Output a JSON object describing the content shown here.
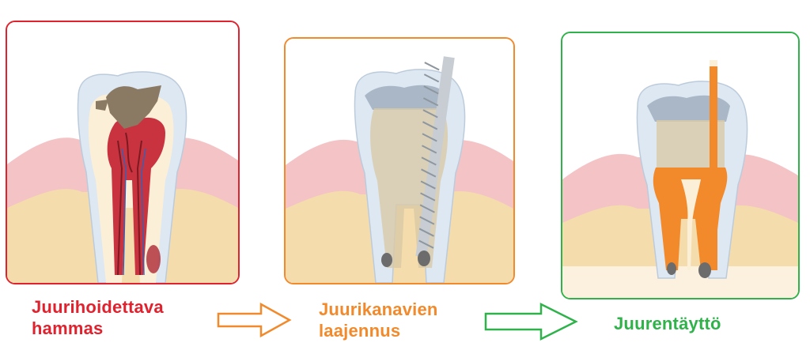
{
  "steps": [
    {
      "label": "Juurihoidettava hammas",
      "line1": "Juurihoidettava",
      "line2": "hammas",
      "color": "#e0222e"
    },
    {
      "label": "Juurikanavien laajennus",
      "line1": "Juurikanavien",
      "line2": "laajennus",
      "color": "#f28a2c"
    },
    {
      "label": "Juurentäyttö",
      "line1": "Juurentäyttö",
      "color": "#2fb24a"
    }
  ],
  "colors": {
    "gum": "#f4c3c6",
    "bone": "#f4dcac",
    "enamel": "#dde8f3",
    "dentin": "#fbefd8",
    "decay": "#8a7a64",
    "filling": "#f28a2c",
    "file": "#c7cdd3"
  }
}
